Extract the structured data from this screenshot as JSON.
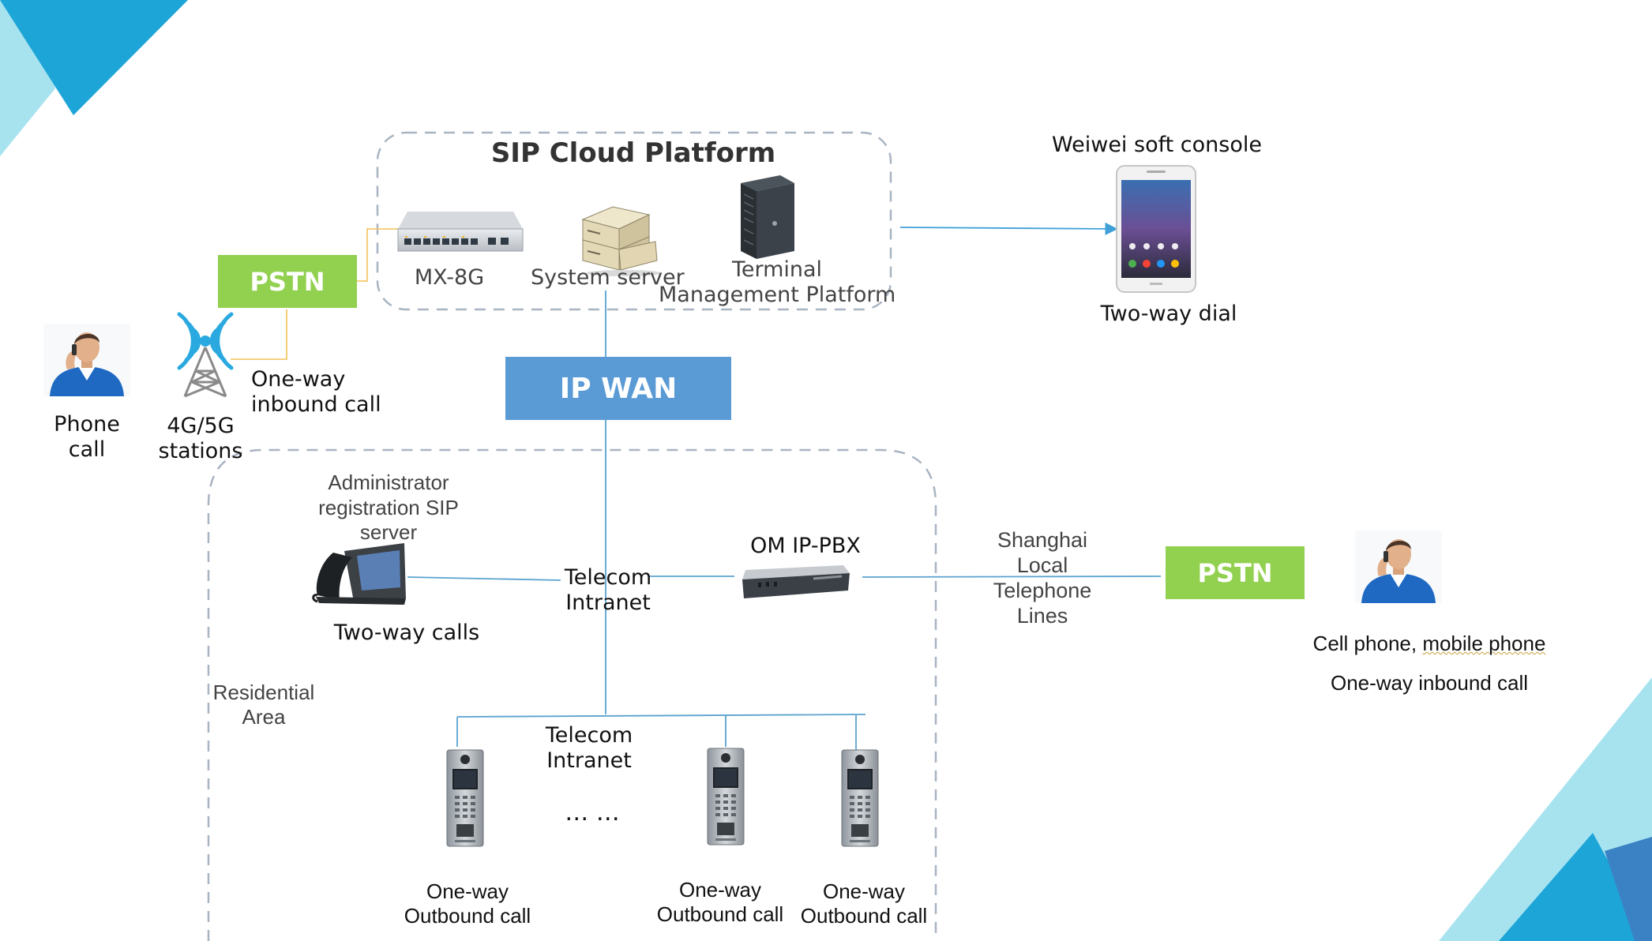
{
  "colors": {
    "pstn_green": "#92D050",
    "wan_blue": "#5B9BD5",
    "line_blue": "#5BA3CF",
    "line_orange": "#F4C96B",
    "dash_gray": "#A9B4C2",
    "corner_dark": "#1EA5D8",
    "corner_light": "#A7E3EF"
  },
  "cloud": {
    "title": "SIP Cloud Platform"
  },
  "devices": {
    "mx8g": "MX-8G",
    "system_server": "System server",
    "terminal_platform": [
      "Terminal",
      "Management Platform"
    ],
    "om_ippbx": "OM IP-PBX",
    "admin_phone": [
      "Administrator",
      "registration SIP",
      "server"
    ]
  },
  "boxes": {
    "pstn_left": "PSTN",
    "ip_wan": "IP WAN",
    "pstn_right": "PSTN"
  },
  "labels": {
    "weiwei": "Weiwei soft console",
    "two_way_dial": "Two-way dial",
    "phone_call": [
      "Phone",
      "call"
    ],
    "stations": [
      "4G/5G",
      "stations"
    ],
    "one_way_inbound": [
      "One-way",
      "inbound call"
    ],
    "two_way_calls": "Two-way calls",
    "telecom_intranet_1": [
      "Telecom",
      "Intranet"
    ],
    "telecom_intranet_2": [
      "Telecom",
      "Intranet"
    ],
    "shanghai": [
      "Shanghai",
      "Local",
      "Telephone",
      "Lines"
    ],
    "residential": [
      "Residential",
      "Area"
    ],
    "ellipsis": "… …",
    "cell_phone_prefix": "Cell phone, ",
    "cell_phone_underlined": "mobile phone",
    "one_way_inbound_right": "One-way inbound call",
    "outbound_1": [
      "One-way",
      "Outbound call"
    ],
    "outbound_2": [
      "One-way",
      "Outbound call"
    ],
    "outbound_3": [
      "One-way",
      "Outbound call"
    ]
  },
  "icons": [
    "person-on-phone-icon",
    "cell-tower-icon",
    "switch-icon",
    "server-rack-icon",
    "tower-server-icon",
    "smartphone-icon",
    "ip-desk-phone-icon",
    "rack-pbx-icon",
    "door-intercom-icon"
  ]
}
